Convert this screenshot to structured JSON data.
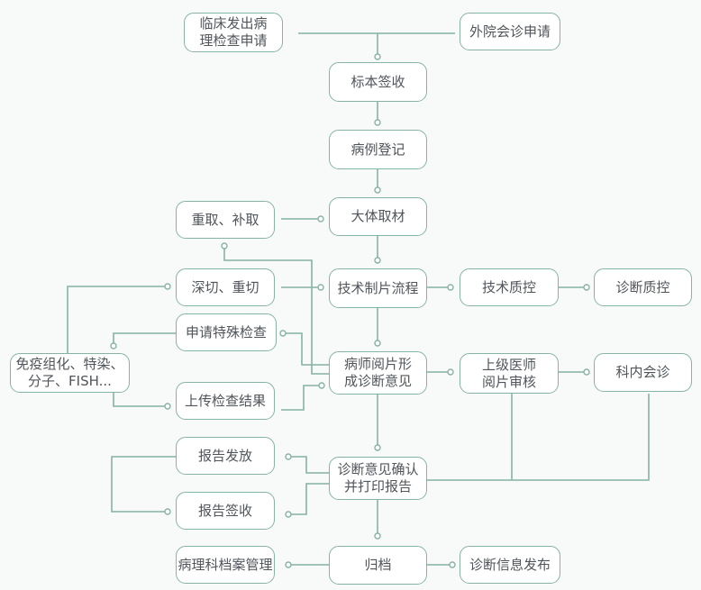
{
  "diagram": {
    "line_color": "#86b3a2",
    "node_border_color": "#86b3a2",
    "node_fill_color": "#ffffff",
    "text_color": "#50555b",
    "nodes": {
      "clinical_request": "临床发出病\n理检查申请",
      "external_consult": "外院会诊申请",
      "specimen_receipt": "标本签收",
      "case_registration": "病例登记",
      "gross_sampling": "大体取材",
      "resampling": "重取、补取",
      "technical_process": "技术制片流程",
      "technical_qc": "技术质控",
      "diagnosis_qc": "诊断质控",
      "deep_recut": "深切、重切",
      "special_exam_request": "申请特殊检查",
      "ihc_group": "免疫组化、特染、\n分子、FISH...",
      "upload_results": "上传检查结果",
      "pathologist_review": "病师阅片形\n成诊断意见",
      "senior_review": "上级医师\n阅片审核",
      "internal_consult": "科内会诊",
      "report_release": "报告发放",
      "report_receipt": "报告签收",
      "confirm_print": "诊断意见确认\n并打印报告",
      "archive_management": "病理科档案管理",
      "archiving": "归档",
      "diagnosis_publish": "诊断信息发布"
    }
  }
}
